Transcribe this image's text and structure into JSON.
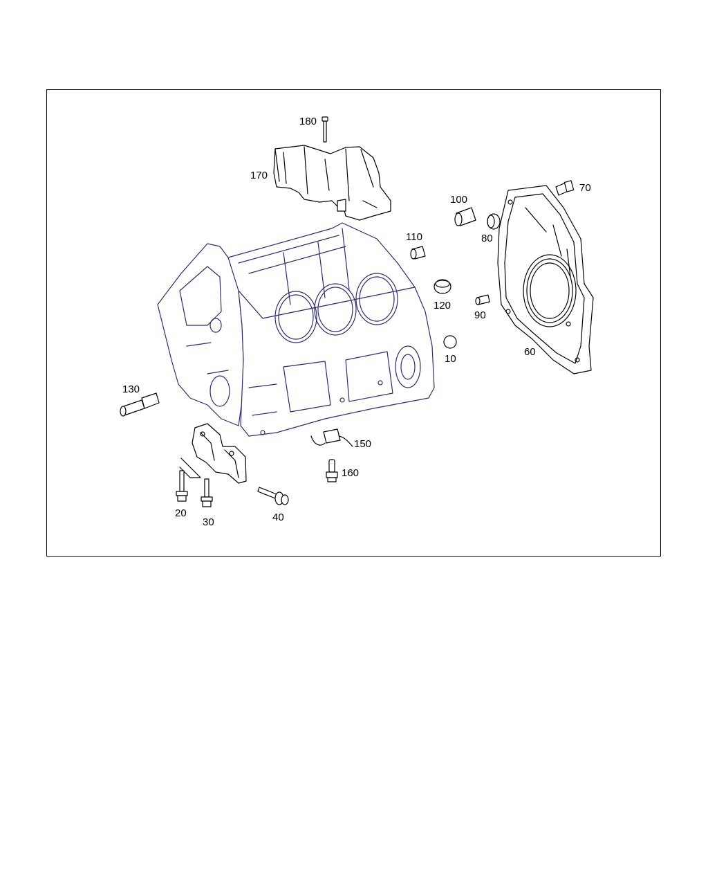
{
  "diagram": {
    "callouts": {
      "c10": "10",
      "c20": "20",
      "c30": "30",
      "c40": "40",
      "c60": "60",
      "c70": "70",
      "c80": "80",
      "c90": "90",
      "c100": "100",
      "c110": "110",
      "c120": "120",
      "c130": "130",
      "c150": "150",
      "c160": "160",
      "c170": "170",
      "c180": "180"
    }
  }
}
